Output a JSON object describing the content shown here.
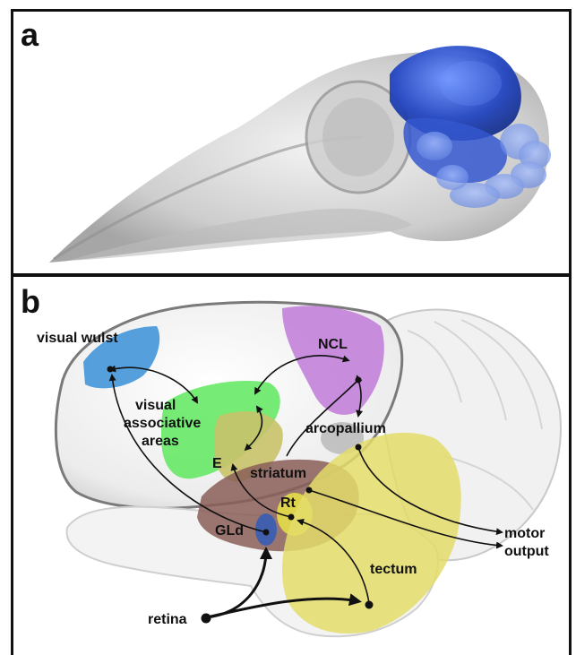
{
  "panel_a": {
    "letter": "a"
  },
  "panel_b": {
    "letter": "b",
    "labels": {
      "visual_wulst": "visual wulst",
      "ncl": "NCL",
      "visual_assoc_1": "visual",
      "visual_assoc_2": "associative",
      "visual_assoc_3": "areas",
      "e": "E",
      "arcopallium": "arcopallium",
      "striatum": "striatum",
      "rt": "Rt",
      "gld": "GLd",
      "motor_1": "motor",
      "motor_2": "output",
      "tectum": "tectum",
      "retina": "retina"
    }
  },
  "colors": {
    "wulst": "#3a8fd8",
    "ncl": "#c07ad8",
    "visual_assoc": "#5ee85e",
    "entopallium": "#c9c26a",
    "arcopallium": "#bdbdbd",
    "striatum": "#8a5e58",
    "rt": "#e0d84a",
    "gld": "#3b5fb0",
    "tectum": "#e3dc6a",
    "brain_3d": "#2d5ad6"
  }
}
